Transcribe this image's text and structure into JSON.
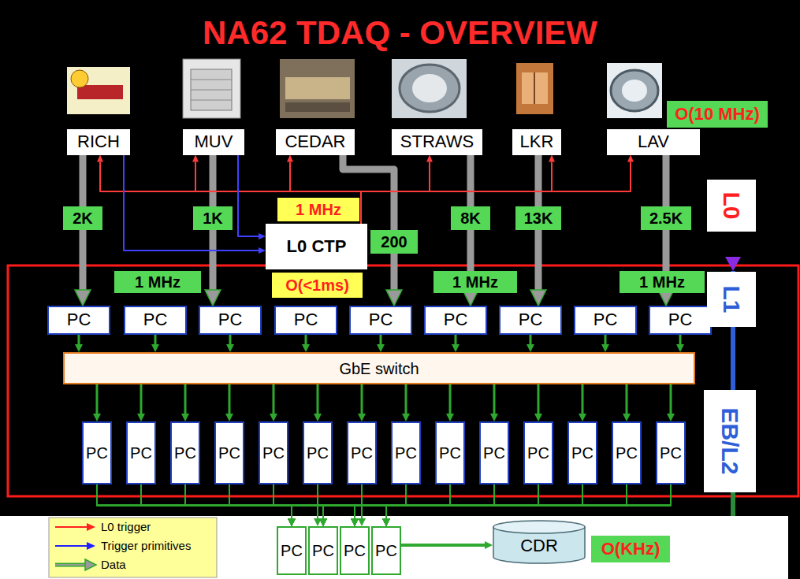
{
  "diagram": {
    "title": "NA62 TDAQ - OVERVIEW",
    "nodes": [
      {
        "text": [
          "RICH"
        ]
      },
      {
        "text": [
          "MUV"
        ]
      },
      {
        "text": [
          "CEDAR"
        ]
      },
      {
        "text": [
          "STRAWS"
        ]
      },
      {
        "text": [
          "LKR"
        ]
      },
      {
        "text": [
          "LAV"
        ]
      },
      {
        "text": [
          "L0 CTP"
        ]
      },
      {
        "text": [
          "PC"
        ]
      },
      {
        "text": [
          "PC"
        ]
      },
      {
        "text": [
          "PC"
        ]
      },
      {
        "text": [
          "PC"
        ]
      },
      {
        "text": [
          "PC"
        ]
      },
      {
        "text": [
          "PC"
        ]
      },
      {
        "text": [
          "PC"
        ]
      },
      {
        "text": [
          "PC"
        ]
      },
      {
        "text": [
          "PC"
        ]
      },
      {
        "text": [
          "GbE switch"
        ]
      },
      {
        "text": [
          "PC"
        ]
      },
      {
        "text": [
          "PC"
        ]
      },
      {
        "text": [
          "PC"
        ]
      },
      {
        "text": [
          "PC"
        ]
      },
      {
        "text": [
          "PC"
        ]
      },
      {
        "text": [
          "PC"
        ]
      },
      {
        "text": [
          "PC"
        ]
      },
      {
        "text": [
          "PC"
        ]
      },
      {
        "text": [
          "PC"
        ]
      },
      {
        "text": [
          "PC"
        ]
      },
      {
        "text": [
          "PC"
        ]
      },
      {
        "text": [
          "PC"
        ]
      },
      {
        "text": [
          "PC"
        ]
      },
      {
        "text": [
          "PC"
        ]
      },
      {
        "text": [
          "PC"
        ]
      },
      {
        "text": [
          "PC"
        ]
      },
      {
        "text": [
          "PC"
        ]
      },
      {
        "text": [
          "PC"
        ]
      },
      {
        "text": [
          "CDR"
        ]
      }
    ],
    "edges": [
      {
        "from": 0,
        "to": 7,
        "arrow": "to",
        "label": "2K"
      },
      {
        "from": 1,
        "to": 9,
        "arrow": "to",
        "label": "1K"
      },
      {
        "from": 2,
        "to": 11,
        "arrow": "to",
        "label": "200"
      },
      {
        "from": 3,
        "to": 12,
        "arrow": "to",
        "label": "8K"
      },
      {
        "from": 4,
        "to": 13,
        "arrow": "to",
        "label": "13K"
      },
      {
        "from": 5,
        "to": 15,
        "arrow": "to",
        "label": "2.5K"
      },
      {
        "from": 6,
        "to": 0,
        "arrow": "to"
      },
      {
        "from": 6,
        "to": 1,
        "arrow": "to"
      },
      {
        "from": 6,
        "to": 2,
        "arrow": "to"
      },
      {
        "from": 6,
        "to": 3,
        "arrow": "to"
      },
      {
        "from": 6,
        "to": 4,
        "arrow": "to"
      },
      {
        "from": 6,
        "to": 5,
        "arrow": "to"
      },
      {
        "from": 0,
        "to": 6,
        "arrow": "to"
      },
      {
        "from": 1,
        "to": 6,
        "arrow": "to"
      },
      {
        "from": 7,
        "to": 16,
        "arrow": "to"
      },
      {
        "from": 8,
        "to": 16,
        "arrow": "to"
      },
      {
        "from": 9,
        "to": 16,
        "arrow": "to"
      },
      {
        "from": 10,
        "to": 16,
        "arrow": "to"
      },
      {
        "from": 11,
        "to": 16,
        "arrow": "to"
      },
      {
        "from": 12,
        "to": 16,
        "arrow": "to"
      },
      {
        "from": 13,
        "to": 16,
        "arrow": "to"
      },
      {
        "from": 14,
        "to": 16,
        "arrow": "to"
      },
      {
        "from": 15,
        "to": 16,
        "arrow": "to"
      },
      {
        "from": 16,
        "to": 17,
        "arrow": "to"
      },
      {
        "from": 16,
        "to": 18,
        "arrow": "to"
      },
      {
        "from": 16,
        "to": 19,
        "arrow": "to"
      },
      {
        "from": 16,
        "to": 20,
        "arrow": "to"
      },
      {
        "from": 16,
        "to": 21,
        "arrow": "to"
      },
      {
        "from": 16,
        "to": 22,
        "arrow": "to"
      },
      {
        "from": 16,
        "to": 23,
        "arrow": "to"
      },
      {
        "from": 16,
        "to": 24,
        "arrow": "to"
      },
      {
        "from": 16,
        "to": 25,
        "arrow": "to"
      },
      {
        "from": 16,
        "to": 26,
        "arrow": "to"
      },
      {
        "from": 16,
        "to": 27,
        "arrow": "to"
      },
      {
        "from": 16,
        "to": 28,
        "arrow": "to"
      },
      {
        "from": 16,
        "to": 29,
        "arrow": "to"
      },
      {
        "from": 16,
        "to": 30,
        "arrow": "to"
      },
      {
        "from": 17,
        "to": 31,
        "arrow": "to"
      },
      {
        "from": 17,
        "to": 32,
        "arrow": "to"
      },
      {
        "from": 17,
        "to": 33,
        "arrow": "to"
      },
      {
        "from": 17,
        "to": 34,
        "arrow": "to"
      },
      {
        "from": 18,
        "to": 31,
        "arrow": "to"
      },
      {
        "from": 18,
        "to": 32,
        "arrow": "to"
      },
      {
        "from": 18,
        "to": 33,
        "arrow": "to"
      },
      {
        "from": 18,
        "to": 34,
        "arrow": "to"
      },
      {
        "from": 19,
        "to": 31,
        "arrow": "to"
      },
      {
        "from": 19,
        "to": 32,
        "arrow": "to"
      },
      {
        "from": 19,
        "to": 33,
        "arrow": "to"
      },
      {
        "from": 19,
        "to": 34,
        "arrow": "to"
      },
      {
        "from": 20,
        "to": 31,
        "arrow": "to"
      },
      {
        "from": 20,
        "to": 32,
        "arrow": "to"
      },
      {
        "from": 20,
        "to": 33,
        "arrow": "to"
      },
      {
        "from": 20,
        "to": 34,
        "arrow": "to"
      },
      {
        "from": 21,
        "to": 31,
        "arrow": "to"
      },
      {
        "from": 21,
        "to": 32,
        "arrow": "to"
      },
      {
        "from": 21,
        "to": 33,
        "arrow": "to"
      },
      {
        "from": 21,
        "to": 34,
        "arrow": "to"
      },
      {
        "from": 22,
        "to": 31,
        "arrow": "to"
      },
      {
        "from": 22,
        "to": 32,
        "arrow": "to"
      },
      {
        "from": 22,
        "to": 33,
        "arrow": "to"
      },
      {
        "from": 22,
        "to": 34,
        "arrow": "to"
      },
      {
        "from": 23,
        "to": 31,
        "arrow": "to"
      },
      {
        "from": 23,
        "to": 32,
        "arrow": "to"
      },
      {
        "from": 23,
        "to": 33,
        "arrow": "to"
      },
      {
        "from": 23,
        "to": 34,
        "arrow": "to"
      },
      {
        "from": 24,
        "to": 31,
        "arrow": "to"
      },
      {
        "from": 24,
        "to": 32,
        "arrow": "to"
      },
      {
        "from": 24,
        "to": 33,
        "arrow": "to"
      },
      {
        "from": 24,
        "to": 34,
        "arrow": "to"
      },
      {
        "from": 25,
        "to": 31,
        "arrow": "to"
      },
      {
        "from": 25,
        "to": 32,
        "arrow": "to"
      },
      {
        "from": 25,
        "to": 33,
        "arrow": "to"
      },
      {
        "from": 25,
        "to": 34,
        "arrow": "to"
      },
      {
        "from": 26,
        "to": 31,
        "arrow": "to"
      },
      {
        "from": 26,
        "to": 32,
        "arrow": "to"
      },
      {
        "from": 26,
        "to": 33,
        "arrow": "to"
      },
      {
        "from": 26,
        "to": 34,
        "arrow": "to"
      },
      {
        "from": 27,
        "to": 31,
        "arrow": "to"
      },
      {
        "from": 27,
        "to": 32,
        "arrow": "to"
      },
      {
        "from": 27,
        "to": 33,
        "arrow": "to"
      },
      {
        "from": 27,
        "to": 34,
        "arrow": "to"
      },
      {
        "from": 28,
        "to": 31,
        "arrow": "to"
      },
      {
        "from": 28,
        "to": 32,
        "arrow": "to"
      },
      {
        "from": 28,
        "to": 33,
        "arrow": "to"
      },
      {
        "from": 28,
        "to": 34,
        "arrow": "to"
      },
      {
        "from": 29,
        "to": 31,
        "arrow": "to"
      },
      {
        "from": 29,
        "to": 32,
        "arrow": "to"
      },
      {
        "from": 29,
        "to": 33,
        "arrow": "to"
      },
      {
        "from": 29,
        "to": 34,
        "arrow": "to"
      },
      {
        "from": 30,
        "to": 31,
        "arrow": "to"
      },
      {
        "from": 30,
        "to": 32,
        "arrow": "to"
      },
      {
        "from": 30,
        "to": 33,
        "arrow": "to"
      },
      {
        "from": 30,
        "to": 34,
        "arrow": "to"
      },
      {
        "from": 34,
        "to": 35,
        "arrow": "to"
      }
    ],
    "labels": [
      "O(10 MHz)",
      "L0",
      "1 MHz",
      "1 MHz",
      "O(<1ms)",
      "1 MHz",
      "1 MHz",
      "L1",
      "EB/L2",
      "O(KHz)"
    ],
    "legend": [
      {
        "text": "L0 trigger"
      },
      {
        "text": "Trigger primitives"
      },
      {
        "text": "Data"
      }
    ]
  }
}
